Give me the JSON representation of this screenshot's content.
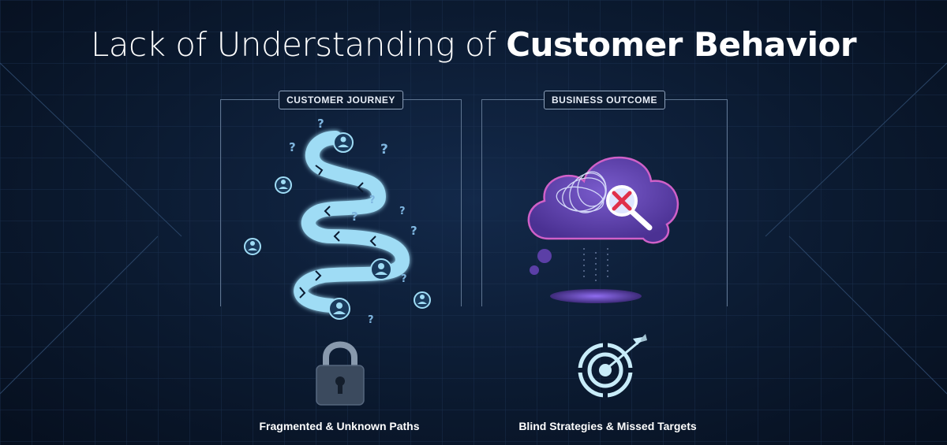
{
  "title": {
    "light": "Lack of Understanding of ",
    "bold": "Customer Behavior"
  },
  "panels": {
    "left": {
      "label": "CUSTOMER JOURNEY",
      "caption": "Fragmented & Unknown Paths"
    },
    "right": {
      "label": "BUSINESS OUTCOME",
      "caption": "Blind Strategies & Missed Targets"
    }
  },
  "icons": {
    "journey": "fragmented-path-icon",
    "user": "user-icon",
    "question": "question-mark-icon",
    "lock": "lock-icon",
    "cloud": "cloud-icon",
    "search": "magnifier-icon",
    "target": "target-icon"
  },
  "colors": {
    "accent_cyan": "#9fdcf5",
    "cloud_purple": "#5b3fa6",
    "cloud_edge": "#d060c8",
    "error_red": "#e0304a",
    "lock_gray": "#3b4a5e"
  }
}
